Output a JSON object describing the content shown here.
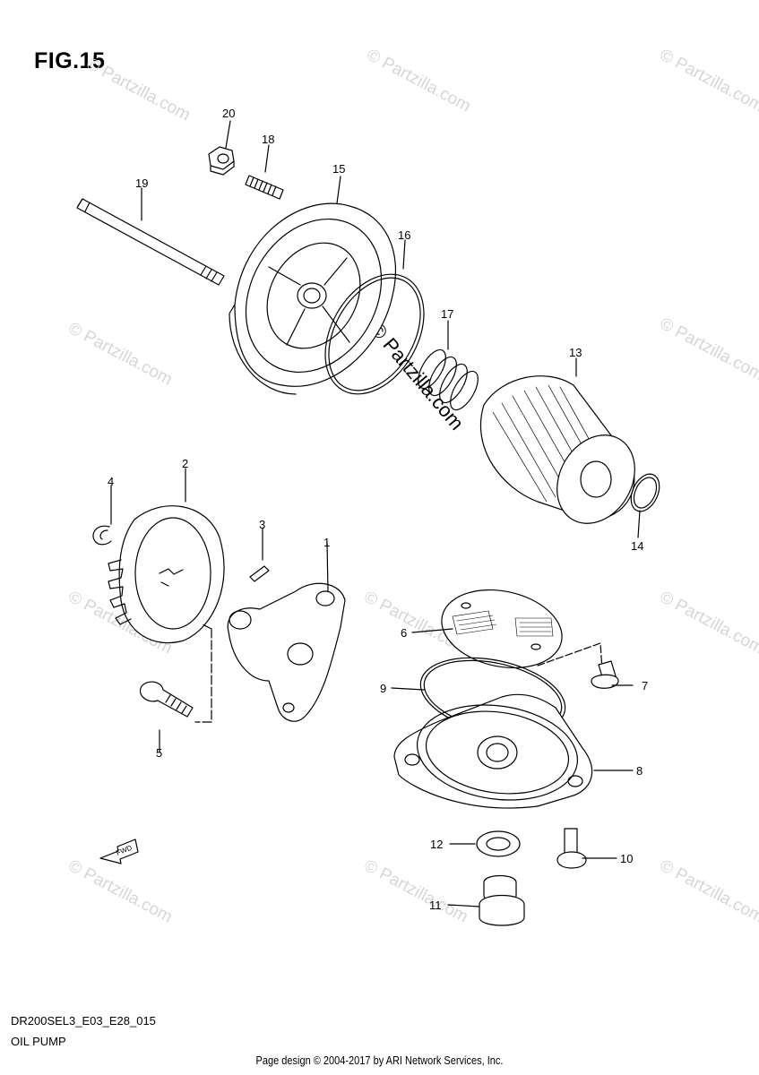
{
  "title": "FIG.15",
  "diagram_code": "DR200SEL3_E03_E28_015",
  "caption": "OIL PUMP",
  "footer": "Page design © 2004-2017 by ARI Network Services, Inc.",
  "watermark": "© Partzilla.com",
  "fwd_label": "FWD",
  "parts": [
    "1",
    "2",
    "3",
    "4",
    "5",
    "6",
    "7",
    "8",
    "9",
    "10",
    "11",
    "12",
    "13",
    "14",
    "15",
    "16",
    "17",
    "18",
    "19",
    "20"
  ],
  "icons": [
    "fwd-arrow-icon"
  ]
}
